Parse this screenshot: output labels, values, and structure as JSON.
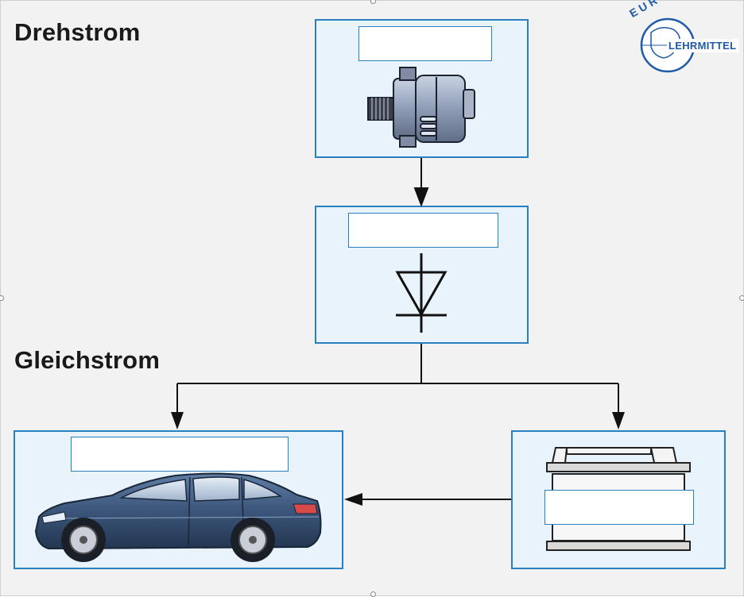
{
  "titles": {
    "ac": "Drehstrom",
    "dc": "Gleichstrom"
  },
  "logo": {
    "arc_text": "EUROPA",
    "band_text": "LEHRMITTEL",
    "color": "#1f5aa6"
  },
  "components": {
    "generator": {
      "icon": "alternator-icon",
      "label": ""
    },
    "rectifier": {
      "icon": "diode-icon",
      "label": ""
    },
    "consumer": {
      "icon": "car-icon",
      "label": ""
    },
    "battery": {
      "icon": "battery-icon",
      "label": ""
    }
  },
  "colors": {
    "box_border": "#2a7fc1",
    "box_fill": "#e8f3fb",
    "connector": "#111111",
    "car_body": "#3c557a"
  }
}
